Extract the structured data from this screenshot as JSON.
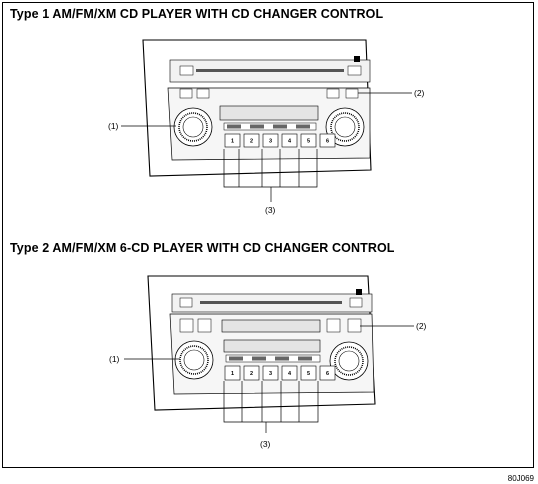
{
  "diagram": {
    "type1_title": "Type 1 AM/FM/XM CD PLAYER WITH CD CHANGER CONTROL",
    "type2_title": "Type 2 AM/FM/XM 6-CD PLAYER WITH CD CHANGER CONTROL",
    "callouts": {
      "knob": "(1)",
      "button": "(2)",
      "presets": "(3)"
    },
    "preset_numbers": [
      "1",
      "2",
      "3",
      "4",
      "5",
      "6"
    ],
    "figure_code": "80J069"
  }
}
